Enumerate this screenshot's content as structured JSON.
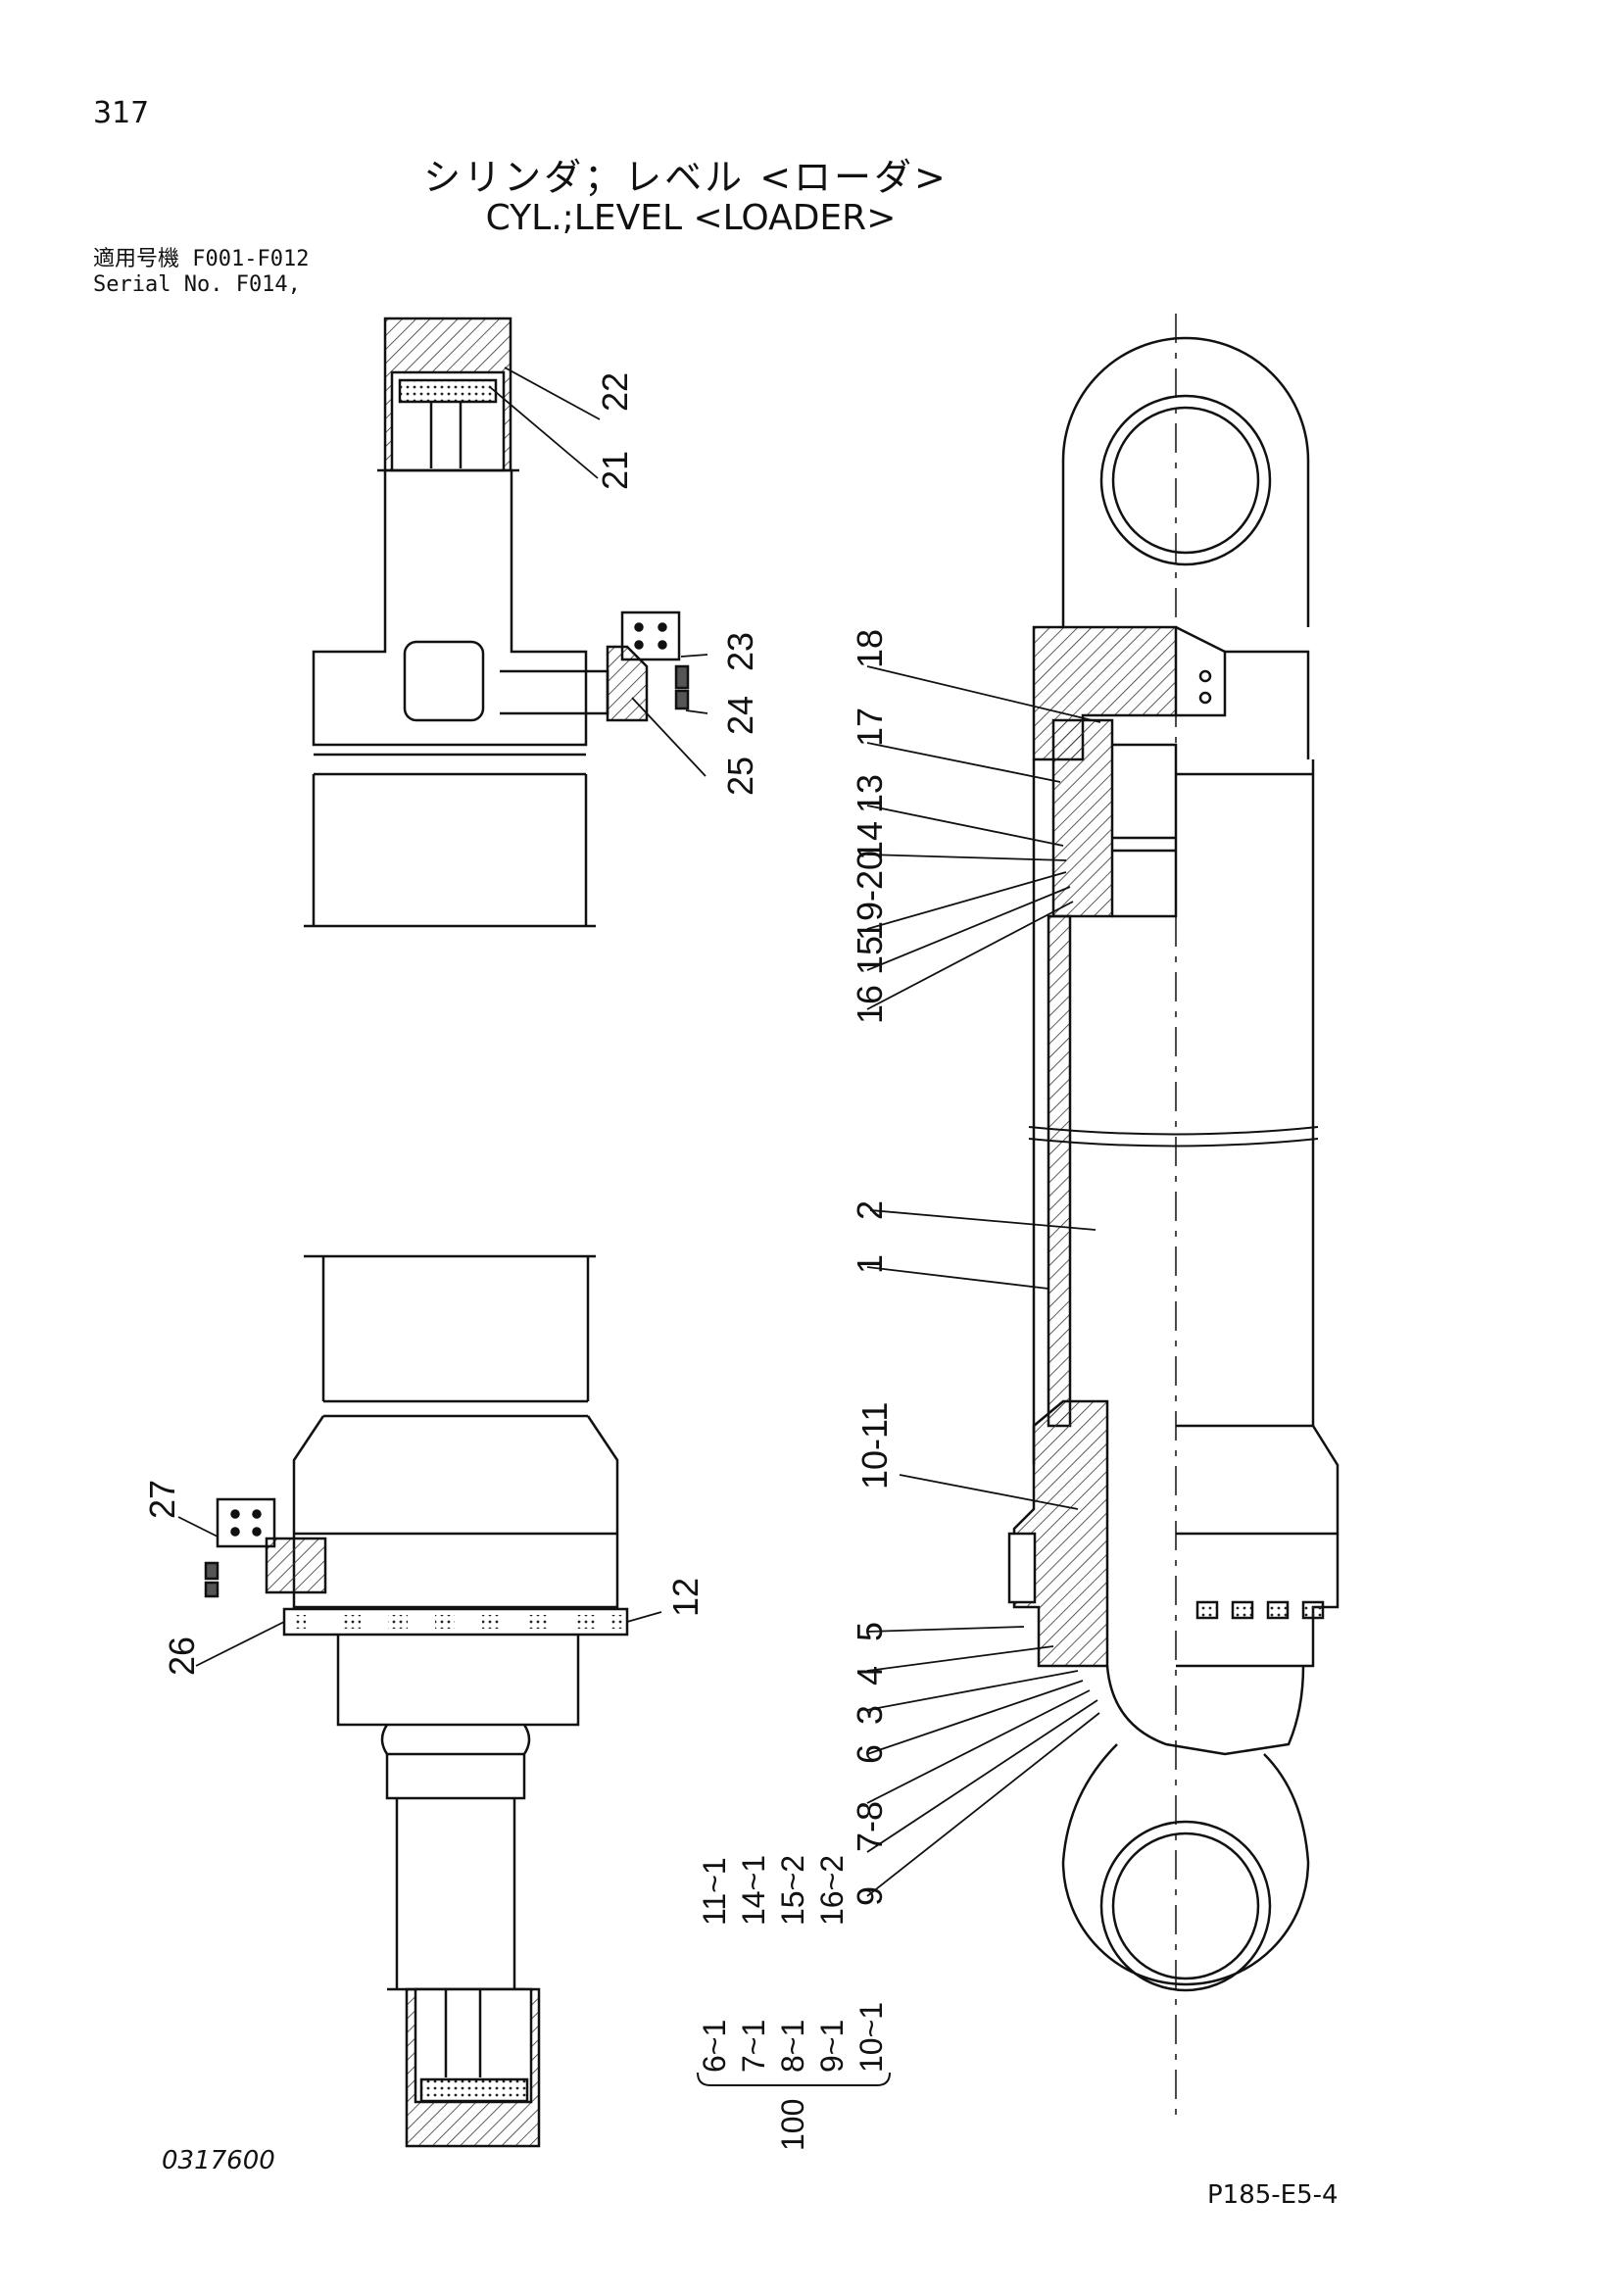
{
  "page_number": "317",
  "title_jp": "シリンダ；レベル <ローダ>",
  "title_en": "CYL.;LEVEL <LOADER>",
  "serial": {
    "line1": "適用号機  F001-F012",
    "line2": "Serial No. F014,"
  },
  "callouts": {
    "c1": "1",
    "c2": "2",
    "c3": "3",
    "c4": "4",
    "c5": "5",
    "c6": "6",
    "c78": "7-8",
    "c9": "9",
    "c1011": "10-11",
    "c12": "12",
    "c13": "13",
    "c14": "14",
    "c15": "15",
    "c16": "16",
    "c17": "17",
    "c18": "18",
    "c1920": "19-20",
    "c21": "21",
    "c22": "22",
    "c23": "23",
    "c24": "24",
    "c25": "25",
    "c26": "26",
    "c27": "27"
  },
  "kit": {
    "label": "100",
    "row1": "6~1",
    "row2": "7~1",
    "row3": "8~1",
    "row4": "9~1",
    "row5": "10~1",
    "row6": "11~1",
    "row7": "14~1",
    "row8": "15~2",
    "row9": "16~2"
  },
  "drawing_number": "0317600",
  "page_code": "P185-E5-4"
}
